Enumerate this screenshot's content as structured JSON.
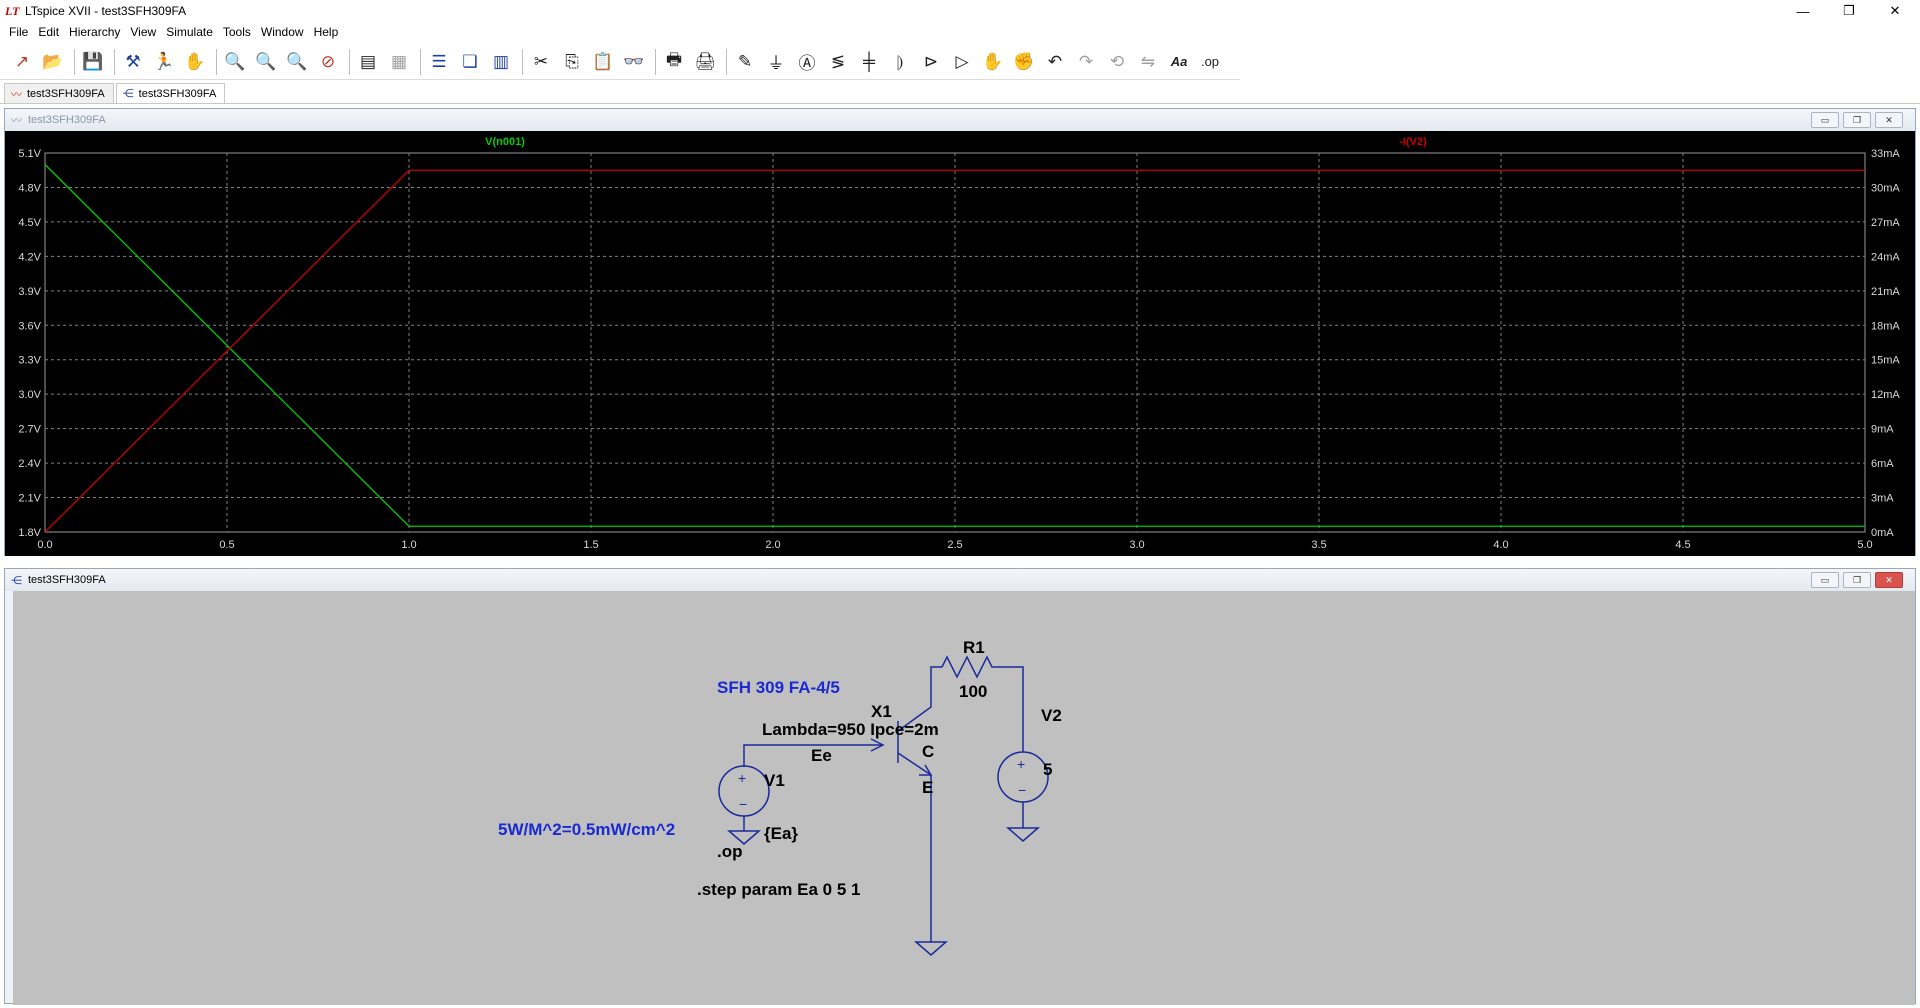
{
  "window": {
    "title": "LTspice XVII - test3SFH309FA",
    "app_icon": "LT",
    "controls": {
      "minimize": "—",
      "maximize": "❐",
      "close": "✕"
    }
  },
  "menu": [
    "File",
    "Edit",
    "Hierarchy",
    "View",
    "Simulate",
    "Tools",
    "Window",
    "Help"
  ],
  "toolbar": {
    "text_tool": "Aa",
    "op_tool": ".op"
  },
  "tabs": [
    {
      "label": "test3SFH309FA",
      "icon": "waveform-icon",
      "active": false
    },
    {
      "label": "test3SFH309FA",
      "icon": "schematic-icon",
      "active": true
    }
  ],
  "waveform_window": {
    "title": "test3SFH309FA",
    "controls": {
      "minimize": "▭",
      "restore": "❐",
      "close": "✕"
    }
  },
  "schematic_window": {
    "title": "test3SFH309FA",
    "controls": {
      "minimize": "▭",
      "restore": "❐",
      "close": "✕"
    }
  },
  "chart_data": {
    "type": "line",
    "title": "",
    "background": "#000000",
    "grid": true,
    "x": [
      0.0,
      1.0,
      5.0
    ],
    "xlim": [
      0.0,
      5.0
    ],
    "x_ticks": [
      "0.0",
      "0.5",
      "1.0",
      "1.5",
      "2.0",
      "2.5",
      "3.0",
      "3.5",
      "4.0",
      "4.5",
      "5.0"
    ],
    "y_left": {
      "lim": [
        1.8,
        5.1
      ],
      "ticks": [
        "1.8V",
        "2.1V",
        "2.4V",
        "2.7V",
        "3.0V",
        "3.3V",
        "3.6V",
        "3.9V",
        "4.2V",
        "4.5V",
        "4.8V",
        "5.1V"
      ]
    },
    "y_right": {
      "lim": [
        0,
        33
      ],
      "ticks": [
        "0mA",
        "3mA",
        "6mA",
        "9mA",
        "12mA",
        "15mA",
        "18mA",
        "21mA",
        "24mA",
        "27mA",
        "30mA",
        "33mA"
      ]
    },
    "series": [
      {
        "name": "V(n001)",
        "color": "#00cc00",
        "axis": "left",
        "values": [
          5.0,
          1.85,
          1.85
        ]
      },
      {
        "name": "-I(V2)",
        "color": "#cc0000",
        "axis": "right",
        "values": [
          0,
          31.5,
          31.5
        ]
      }
    ]
  },
  "schematic": {
    "wire_color": "#1a2a9a",
    "comment_color": "#1a2ad0",
    "component_label": "SFH 309 FA-4/5",
    "x1_name": "X1",
    "x1_params": "Lambda=950 Ipce=2m",
    "net_ee": "Ee",
    "pin_c": "C",
    "pin_e": "E",
    "r1_name": "R1",
    "r1_value": "100",
    "v2_name": "V2",
    "v2_value": "5",
    "v1_name": "V1",
    "v1_value": "{Ea}",
    "irradiance_note": "5W/M^2=0.5mW/cm^2",
    "op_directive": ".op",
    "step_directive": ".step param Ea 0 5 1"
  }
}
